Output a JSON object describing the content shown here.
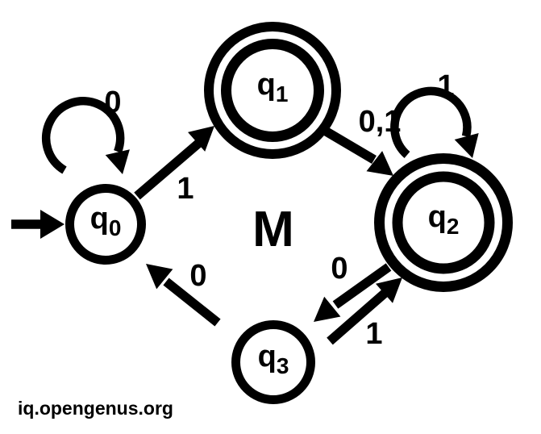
{
  "machine": {
    "name": "M",
    "states": [
      {
        "id": "q0",
        "base": "q",
        "sub": "0",
        "accepting": false,
        "initial": true
      },
      {
        "id": "q1",
        "base": "q",
        "sub": "1",
        "accepting": true,
        "initial": false
      },
      {
        "id": "q2",
        "base": "q",
        "sub": "2",
        "accepting": true,
        "initial": false
      },
      {
        "id": "q3",
        "base": "q",
        "sub": "3",
        "accepting": false,
        "initial": false
      }
    ],
    "transitions": [
      {
        "from": "q0",
        "to": "q0",
        "label": "0"
      },
      {
        "from": "q0",
        "to": "q1",
        "label": "1"
      },
      {
        "from": "q1",
        "to": "q2",
        "label": "0,1"
      },
      {
        "from": "q2",
        "to": "q2",
        "label": "1"
      },
      {
        "from": "q2",
        "to": "q3",
        "label": "0"
      },
      {
        "from": "q3",
        "to": "q2",
        "label": "1"
      },
      {
        "from": "q3",
        "to": "q0",
        "label": "0"
      }
    ],
    "colors": {
      "ink": "#000000",
      "background": "#ffffff"
    }
  },
  "watermark": "iq.opengenus.org"
}
